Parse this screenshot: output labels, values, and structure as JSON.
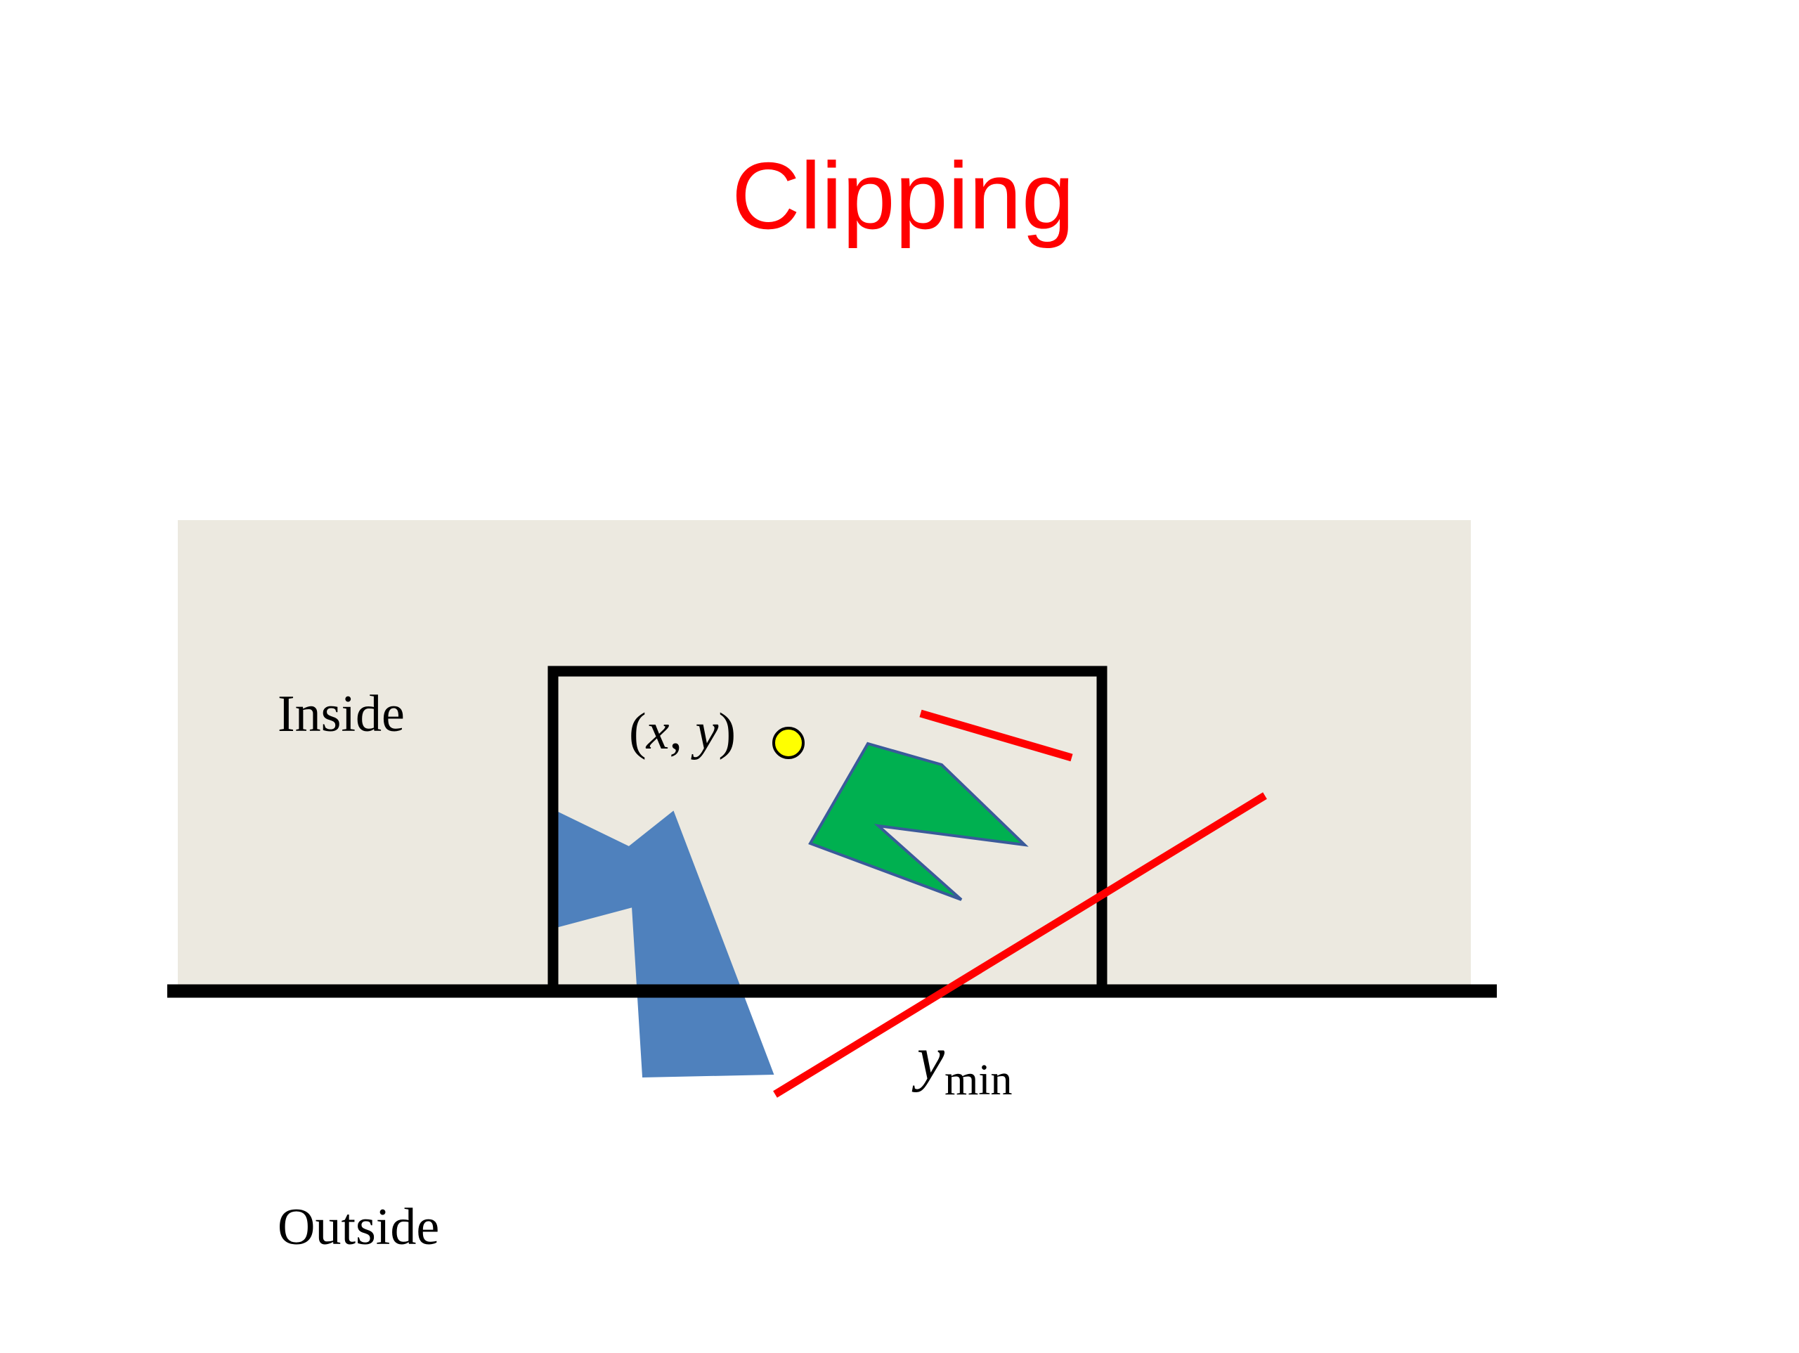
{
  "slide": {
    "title": "Clipping",
    "title_color": "#ff0000"
  },
  "diagram": {
    "region_labels": {
      "inside": "Inside",
      "outside": "Outside"
    },
    "point_label": {
      "open_paren": "(",
      "x": "x",
      "comma": ", ",
      "y": "y",
      "close_paren": ")"
    },
    "edge_label": {
      "var": "y",
      "subscript": "min"
    },
    "colors": {
      "inside_region": "#ece9e0",
      "clip_window_stroke": "#000000",
      "edge_line": "#000000",
      "line_segments": "#ff0000",
      "point_fill": "#ffff00",
      "green_polygon_fill": "#00b050",
      "green_polygon_stroke": "#3a5a9a",
      "blue_polygon_fill": "#4f81bd"
    }
  }
}
